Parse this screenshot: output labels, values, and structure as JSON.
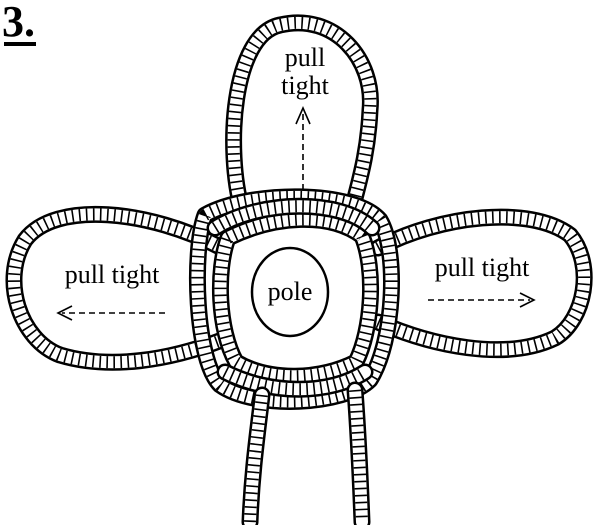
{
  "step": {
    "number": "3."
  },
  "pole": {
    "label": "pole"
  },
  "loops": {
    "top": {
      "label_line1": "pull",
      "label_line2": "tight"
    },
    "left": {
      "label": "pull tight"
    },
    "right": {
      "label": "pull tight"
    }
  },
  "colors": {
    "rope": "#000000",
    "background": "#ffffff"
  }
}
